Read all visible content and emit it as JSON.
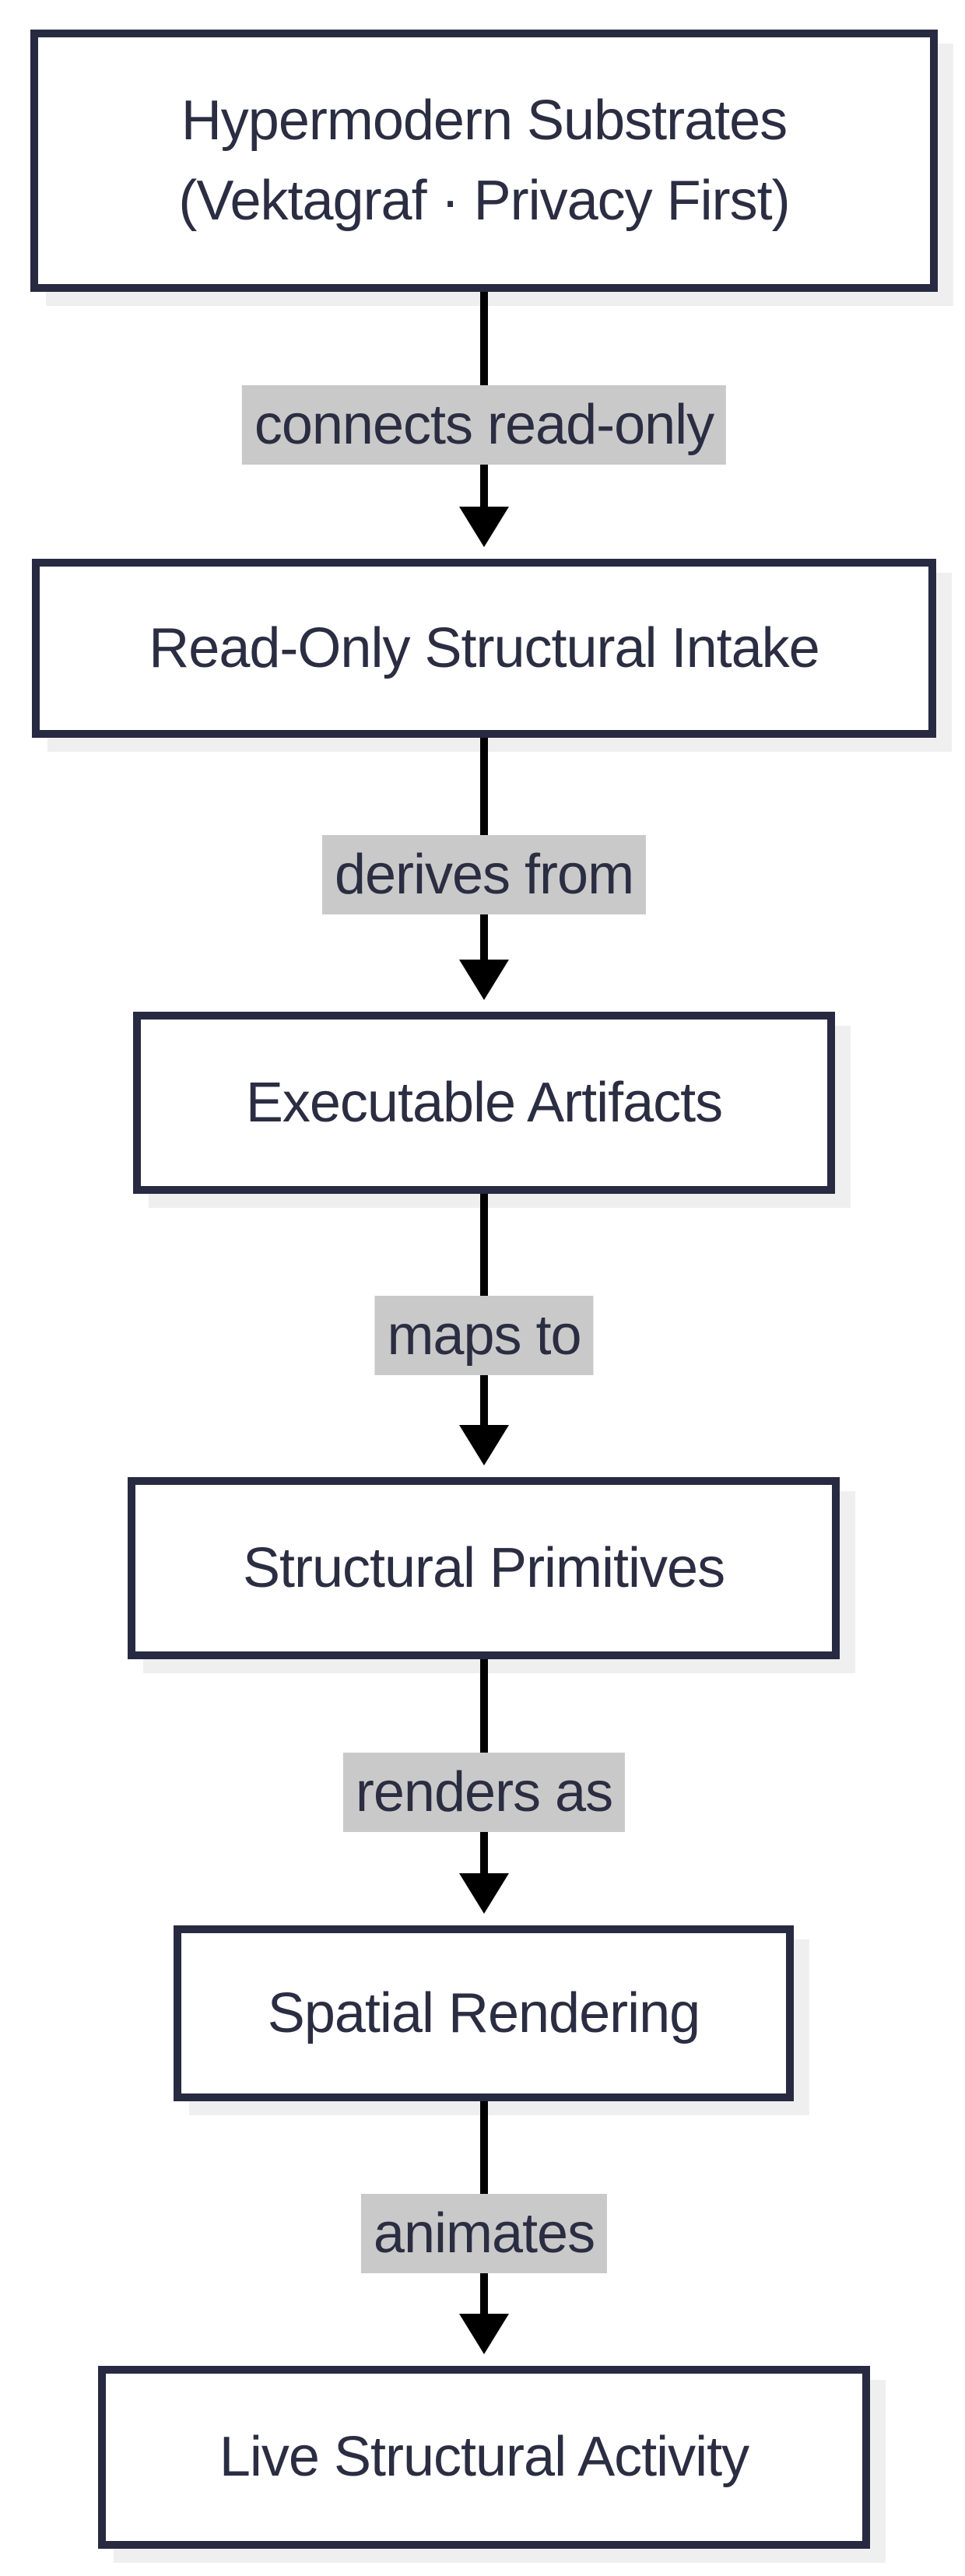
{
  "diagram": {
    "title": "Hypermodern Substrates flowchart",
    "colors": {
      "ink": "#2b2d42",
      "node_border": "#272a41",
      "node_fill": "#ffffff",
      "node_shadow": "#efefef",
      "edge_label_bg": "#c9c9c9",
      "arrow": "#000000",
      "background": "#ffffff"
    },
    "nodes": [
      {
        "id": "hypermodern-substrates",
        "lines": [
          "Hypermodern Substrates",
          "(Vektagraf · Privacy First)"
        ]
      },
      {
        "id": "read-only-structural-intake",
        "lines": [
          "Read-Only Structural Intake"
        ]
      },
      {
        "id": "executable-artifacts",
        "lines": [
          "Executable Artifacts"
        ]
      },
      {
        "id": "structural-primitives",
        "lines": [
          "Structural Primitives"
        ]
      },
      {
        "id": "spatial-rendering",
        "lines": [
          "Spatial Rendering"
        ]
      },
      {
        "id": "live-structural-activity",
        "lines": [
          "Live Structural Activity"
        ]
      }
    ],
    "edges": [
      {
        "from": "hypermodern-substrates",
        "to": "read-only-structural-intake",
        "label": "connects read-only"
      },
      {
        "from": "read-only-structural-intake",
        "to": "executable-artifacts",
        "label": "derives from"
      },
      {
        "from": "executable-artifacts",
        "to": "structural-primitives",
        "label": "maps to"
      },
      {
        "from": "structural-primitives",
        "to": "spatial-rendering",
        "label": "renders as"
      },
      {
        "from": "spatial-rendering",
        "to": "live-structural-activity",
        "label": "animates"
      }
    ]
  }
}
